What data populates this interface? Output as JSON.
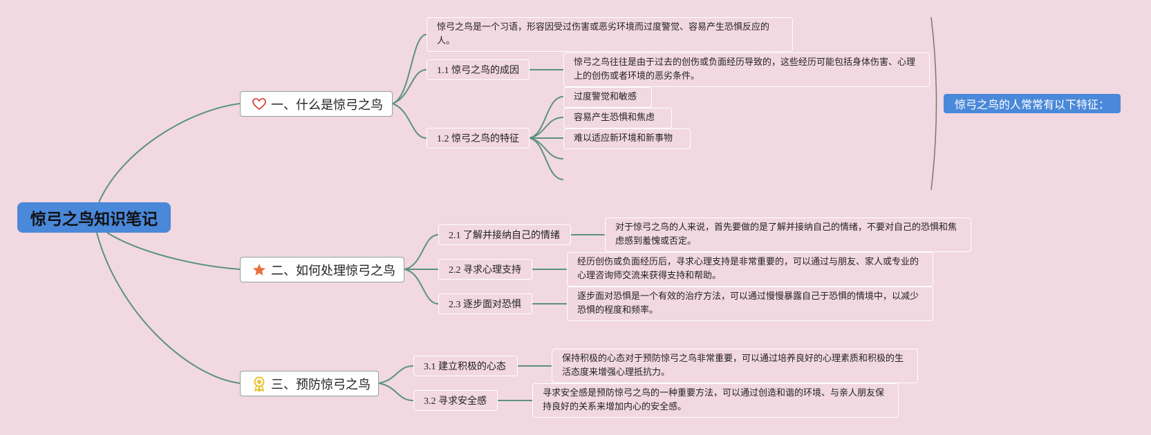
{
  "root": {
    "title": "惊弓之鸟知识笔记"
  },
  "sections": [
    {
      "icon": "heart-icon",
      "label": "一、什么是惊弓之鸟"
    },
    {
      "icon": "star-icon",
      "label": "二、如何处理惊弓之鸟"
    },
    {
      "icon": "award-ribbon-icon",
      "label": "三、预防惊弓之鸟"
    }
  ],
  "s1": {
    "definition": "惊弓之鸟是一个习语，形容因受过伤害或恶劣环境而过度警觉、容易产生恐惧反应的人。",
    "cause": {
      "label": "1.1 惊弓之鸟的成因",
      "text": "惊弓之鸟往往是由于过去的创伤或负面经历导致的，这些经历可能包括身体伤害、心理上的创伤或者环境的恶劣条件。"
    },
    "traits": {
      "label": "1.2 惊弓之鸟的特征",
      "items": [
        "过度警觉和敏感",
        "容易产生恐惧和焦虑",
        "难以适应新环境和新事物"
      ]
    },
    "summary": "惊弓之鸟的人常常有以下特征："
  },
  "s2": {
    "items": [
      {
        "label": "2.1 了解并接纳自己的情绪",
        "text": "对于惊弓之鸟的人来说，首先要做的是了解并接纳自己的情绪，不要对自己的恐惧和焦虑感到羞愧或否定。"
      },
      {
        "label": "2.2 寻求心理支持",
        "text": "经历创伤或负面经历后，寻求心理支持是非常重要的，可以通过与朋友、家人或专业的心理咨询师交流来获得支持和帮助。"
      },
      {
        "label": "2.3 逐步面对恐惧",
        "text": "逐步面对恐惧是一个有效的治疗方法，可以通过慢慢暴露自己于恐惧的情境中，以减少恐惧的程度和频率。"
      }
    ]
  },
  "s3": {
    "items": [
      {
        "label": "3.1 建立积极的心态",
        "text": "保持积极的心态对于预防惊弓之鸟非常重要，可以通过培养良好的心理素质和积极的生活态度来增强心理抵抗力。"
      },
      {
        "label": "3.2 寻求安全感",
        "text": "寻求安全感是预防惊弓之鸟的一种重要方法，可以通过创造和谐的环境、与亲人朋友保持良好的关系来增加内心的安全感。"
      }
    ]
  },
  "colors": {
    "background": "#f2d8e0",
    "accent": "#4a88d9",
    "connector": "#5a917f"
  }
}
